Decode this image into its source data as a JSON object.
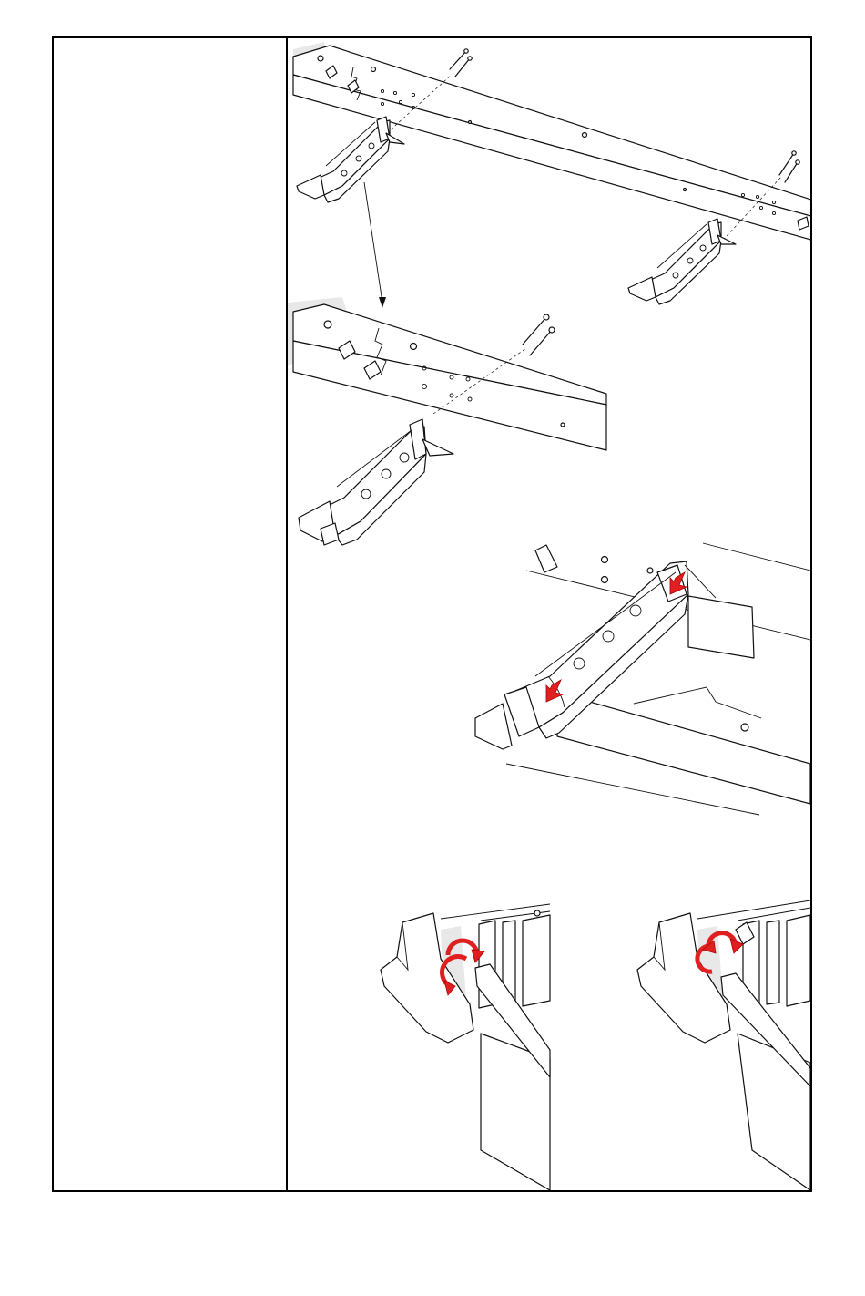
{
  "figures": [
    {
      "name": "rail-overview",
      "description_icon": "rail-assembly-illustration"
    },
    {
      "name": "rail-detail",
      "description_icon": "rail-detail-illustration"
    },
    {
      "name": "clip-insertion",
      "description_icon": "clip-insertion-illustration"
    },
    {
      "name": "clip-rotation-left",
      "description_icon": "rotate-clockwise-illustration"
    },
    {
      "name": "clip-rotation-right",
      "description_icon": "rotate-counterclockwise-illustration"
    }
  ],
  "colors": {
    "arrow": "#e02020",
    "line": "#111111",
    "shade": "#e8e8e8"
  }
}
